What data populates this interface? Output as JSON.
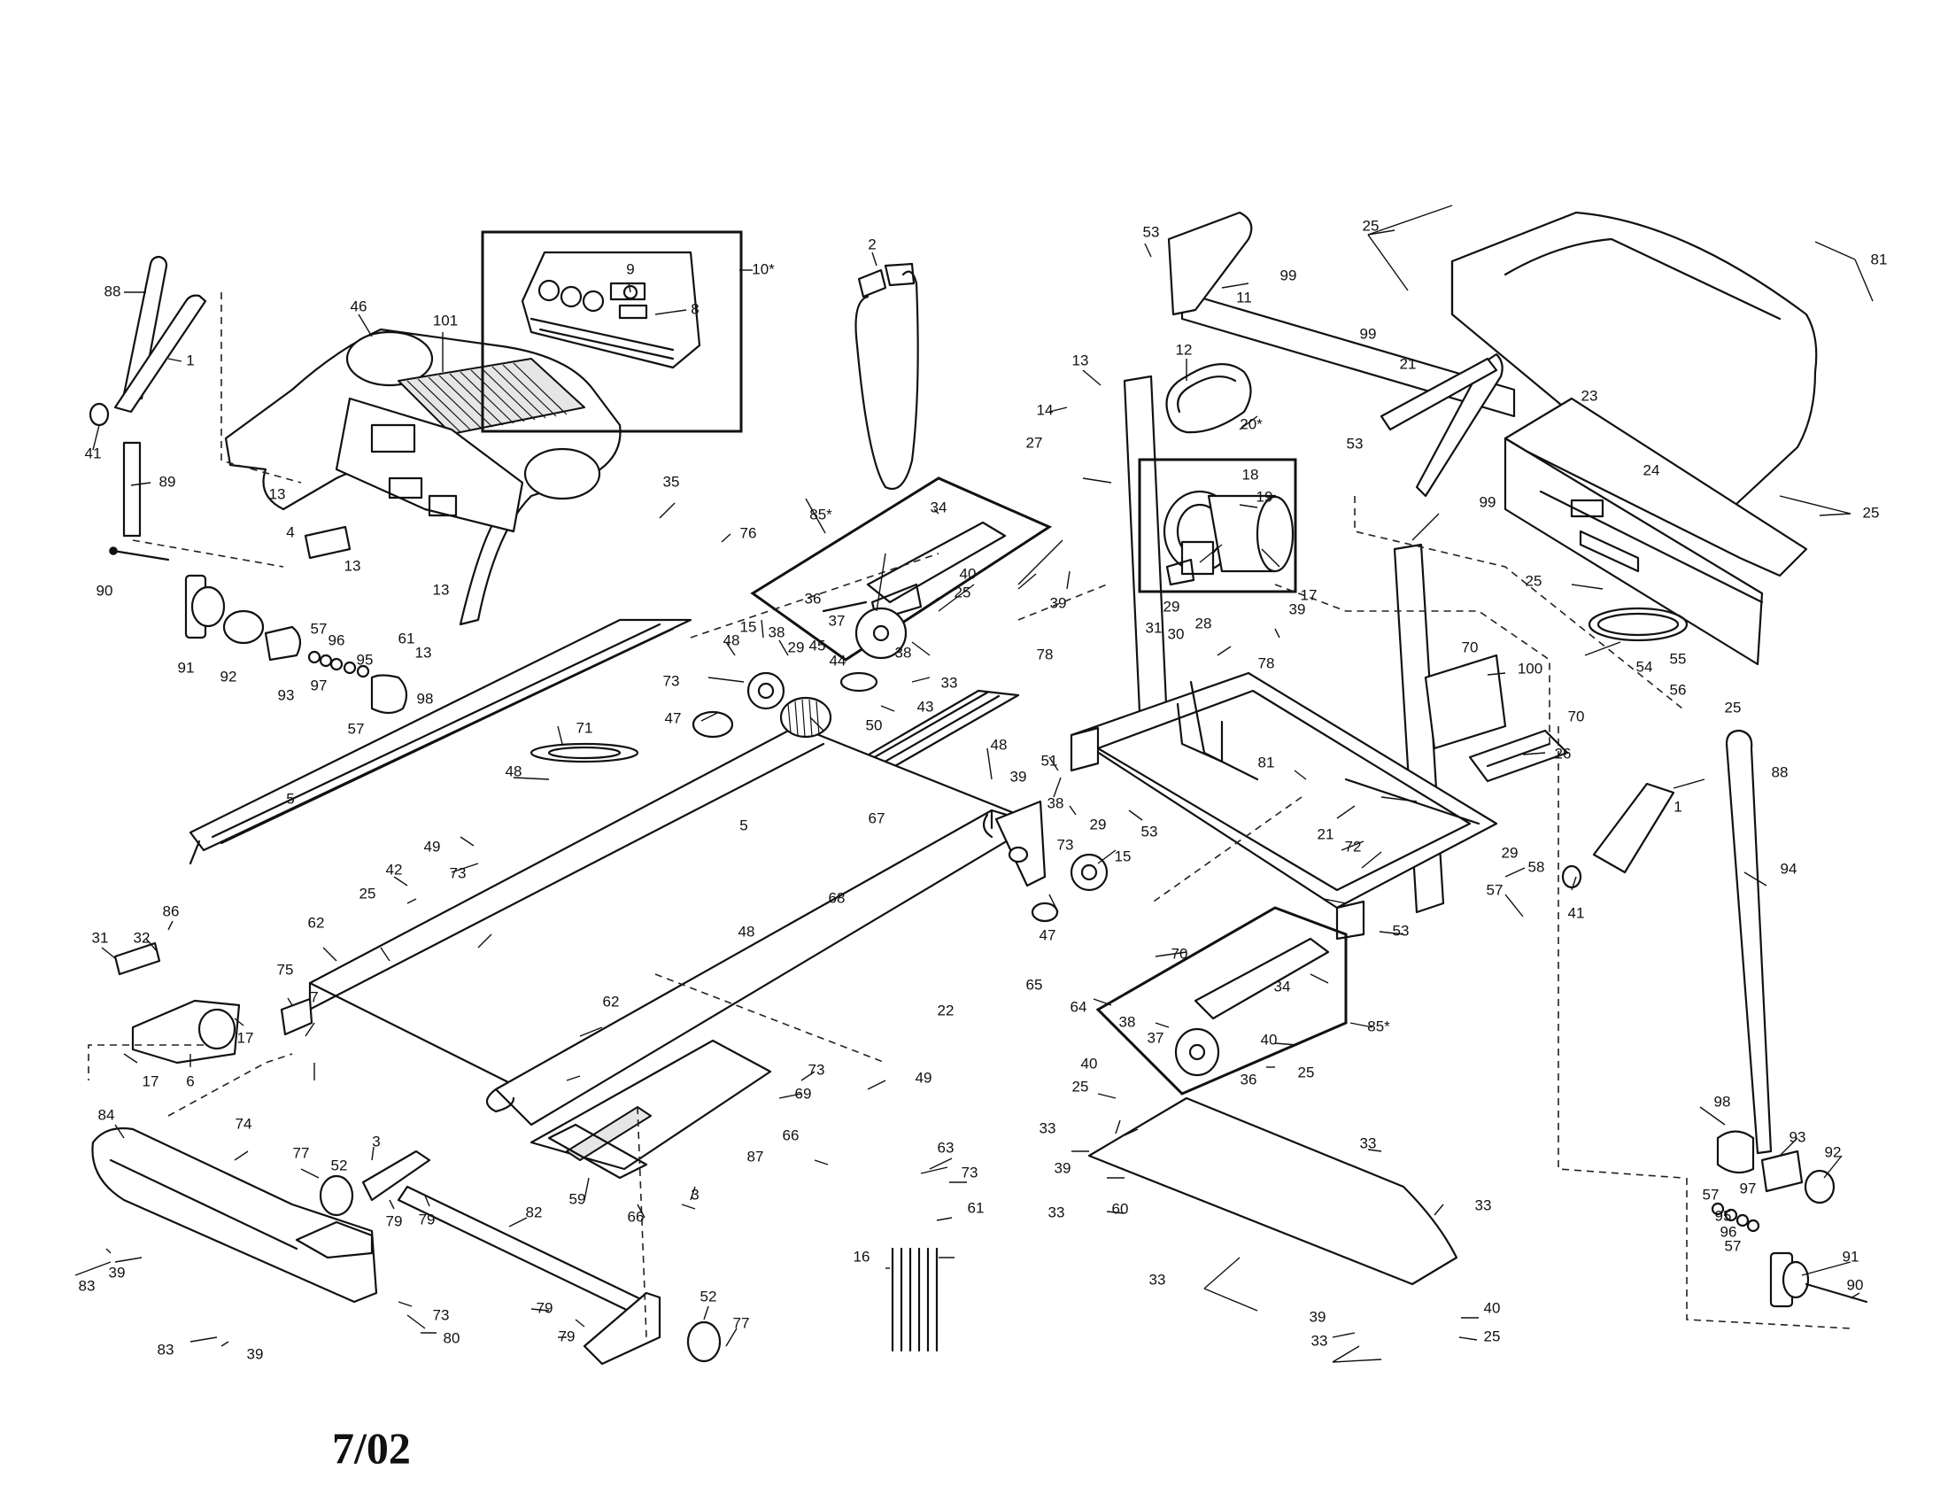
{
  "date_stamp": "7/02",
  "callouts": [
    "1",
    "2",
    "3",
    "4",
    "5",
    "6",
    "7",
    "8",
    "9",
    "10*",
    "11",
    "12",
    "13",
    "14",
    "15",
    "16",
    "17",
    "18",
    "19",
    "20*",
    "21",
    "22",
    "23",
    "24",
    "25",
    "26",
    "27",
    "28",
    "29",
    "30",
    "31",
    "32",
    "33",
    "34",
    "35",
    "36",
    "37",
    "38",
    "39",
    "40",
    "41",
    "42",
    "43",
    "44",
    "45",
    "46",
    "47",
    "48",
    "49",
    "50",
    "51",
    "52",
    "53",
    "54",
    "55",
    "56",
    "57",
    "58",
    "59",
    "60",
    "61",
    "62",
    "63",
    "64",
    "65",
    "66",
    "67",
    "68",
    "69",
    "70",
    "71",
    "72",
    "73",
    "74",
    "75",
    "76",
    "77",
    "78",
    "79",
    "80",
    "81",
    "82",
    "83",
    "84",
    "85*",
    "86",
    "87",
    "88",
    "89",
    "90",
    "91",
    "92",
    "93",
    "94",
    "95",
    "96",
    "97",
    "98",
    "99",
    "100",
    "101"
  ]
}
